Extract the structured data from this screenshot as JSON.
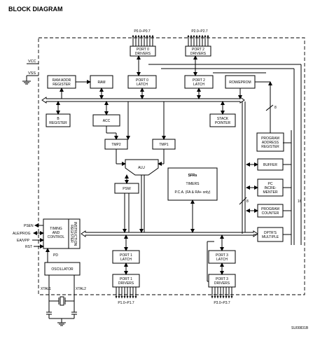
{
  "title": "BLOCK DIAGRAM",
  "figure_id": "SU00831B",
  "power": {
    "vcc": "VCC",
    "vss": "VSS"
  },
  "blocks": {
    "port0_drivers": [
      "PORT 0",
      "DRIVERS"
    ],
    "port2_drivers": [
      "PORT 2",
      "DRIVERS"
    ],
    "ram_addr_register": [
      "RAM ADDR",
      "REGISTER"
    ],
    "ram": [
      "RAM"
    ],
    "port0_latch": [
      "PORT 0",
      "LATCH"
    ],
    "port2_latch": [
      "PORT 2",
      "LATCH"
    ],
    "rom_eprom": [
      "ROM/EPROM"
    ],
    "b_register": [
      "B",
      "REGISTER"
    ],
    "acc": [
      "ACC"
    ],
    "stack_pointer": [
      "STACK",
      "POINTER"
    ],
    "tmp2": [
      "TMP2"
    ],
    "tmp1": [
      "TMP1"
    ],
    "alu": [
      "ALU"
    ],
    "psw": [
      "PSW"
    ],
    "sfrs": {
      "title": "SFRs",
      "line2": "TIMERS",
      "line3": "P.C.A. (FA & RA+ only)"
    },
    "program_address_register": [
      "PROGRAM",
      "ADDRESS",
      "REGISTER"
    ],
    "buffer": [
      "BUFFER"
    ],
    "pc_incrementer": [
      "PC",
      "INCRE-",
      "MENTER"
    ],
    "program_counter": [
      "PROGRAM",
      "COUNTER"
    ],
    "dptrs": [
      "DPTR'S",
      "MULTIPLE"
    ],
    "timing_control": [
      "TIMING",
      "AND",
      "CONTROL"
    ],
    "instruction_register": [
      "INSTRUCTION",
      "REGISTER"
    ],
    "pd": "PD",
    "oscillator": [
      "OSCILLATOR"
    ],
    "port1_latch": [
      "PORT 1",
      "LATCH"
    ],
    "port1_drivers": [
      "PORT 1",
      "DRIVERS"
    ],
    "port3_latch": [
      "PORT 3",
      "LATCH"
    ],
    "port3_drivers": [
      "PORT 3",
      "DRIVERS"
    ]
  },
  "pins": {
    "p0": "P0.0–P0.7",
    "p2": "P2.0–P2.7",
    "p1": "P1.0–P1.7",
    "p3": "P3.0–P3.7",
    "psen": "PSEN",
    "ale_prog": "ALE/PROG",
    "ea_vpp": "EA/VPP",
    "rst": "RST",
    "xtal1": "XTAL1",
    "xtal2": "XTAL2"
  },
  "bus_widths": {
    "upper": "8",
    "middle": "8",
    "right": "16"
  }
}
